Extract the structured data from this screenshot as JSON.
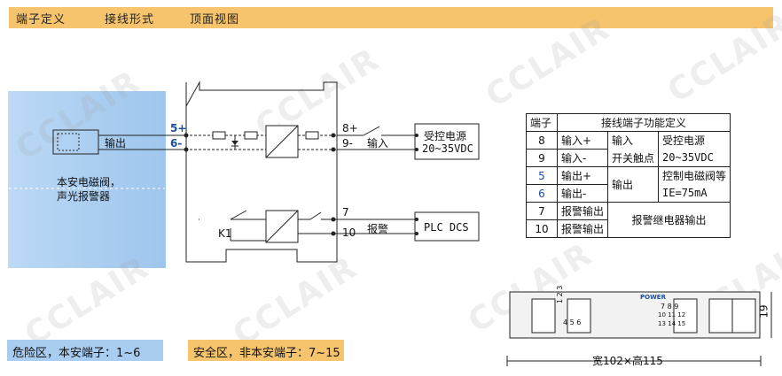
{
  "header": {
    "terminal_definition": "端子定义",
    "wiring_form": "接线形式",
    "top_view": "顶面视图"
  },
  "watermark": "CCLAIR",
  "diagram": {
    "field_output": "输出",
    "field_device": [
      "本安电磁阀，",
      "声光报警器"
    ],
    "term_5": "5+",
    "term_6": "6-",
    "term_8": "8+",
    "term_9": "9-",
    "term_7": "7",
    "term_10": "10",
    "input_label": "输入",
    "alarm_label": "报警",
    "relay_label": "K1",
    "source_box": [
      "受控电源",
      "20~35VDC"
    ],
    "plc_box": "PLC DCS"
  },
  "legend": {
    "hazard": "危险区，本安端子：1~6",
    "safe": "安全区，非本安端子：7~15"
  },
  "terminal_table": {
    "headers": [
      "端子",
      "接线端子功能定义"
    ],
    "rows": [
      {
        "num": "8",
        "func": "输入+",
        "group": "输入",
        "desc": "受控电源"
      },
      {
        "num": "9",
        "func": "输入-",
        "group": "开关触点",
        "desc": "20~35VDC"
      },
      {
        "num": "5",
        "func": "输出+",
        "group": "输出",
        "desc": "控制电磁阀等"
      },
      {
        "num": "6",
        "func": "输出-",
        "group": "",
        "desc": "IE=75mA"
      },
      {
        "num": "7",
        "func": "报警输出",
        "group": "报警继电器输出",
        "desc": ""
      },
      {
        "num": "10",
        "func": "报警输出",
        "group": "",
        "desc": ""
      }
    ]
  },
  "top_view": {
    "power_label": "POWER",
    "left_terms_top": "1 2 3",
    "left_terms_bottom": "4 5 6",
    "mid_terms_top": "7 8 9",
    "mid_terms_bottom": "10 11 12",
    "mid_terms_bottom2": "13 14 15",
    "dimension": "宽102×高115",
    "height": "19"
  }
}
